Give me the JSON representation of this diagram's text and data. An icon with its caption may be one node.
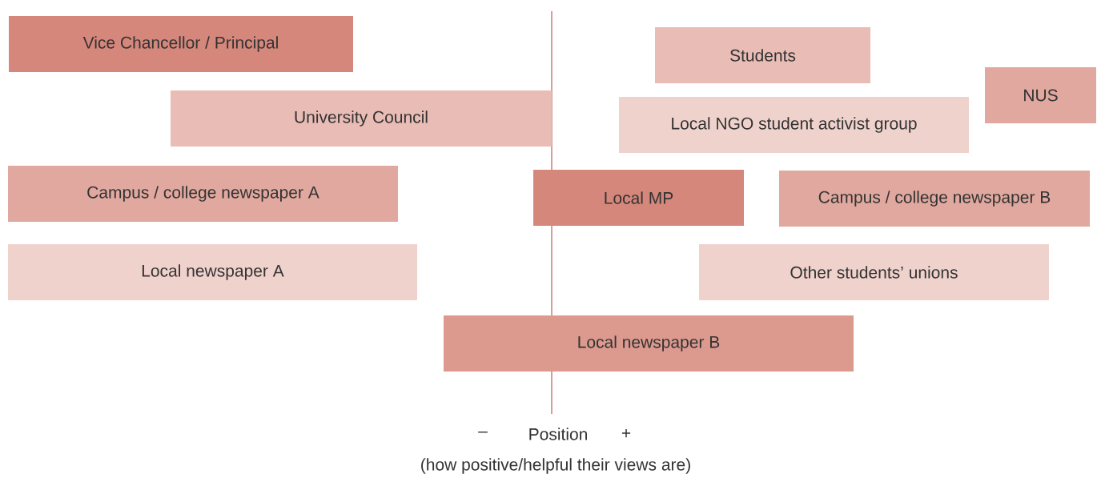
{
  "diagram": {
    "nodes": [
      {
        "text": [
          "Vice Chancellor / Principal"
        ]
      },
      {
        "text": [
          "Students"
        ]
      },
      {
        "text": [
          "NUS"
        ]
      },
      {
        "text": [
          "University Council"
        ]
      },
      {
        "text": [
          "Local NGO student activist group"
        ]
      },
      {
        "text": [
          "Campus / college newspaper A"
        ]
      },
      {
        "text": [
          "Local MP"
        ]
      },
      {
        "text": [
          "Campus / college newspaper B"
        ]
      },
      {
        "text": [
          "Local newspaper A"
        ]
      },
      {
        "text": [
          "Other students’ unions"
        ]
      },
      {
        "text": [
          "Local newspaper B"
        ]
      }
    ],
    "labels": [
      "–",
      "Position",
      "+",
      "(how positive/helpful their views are)"
    ]
  }
}
